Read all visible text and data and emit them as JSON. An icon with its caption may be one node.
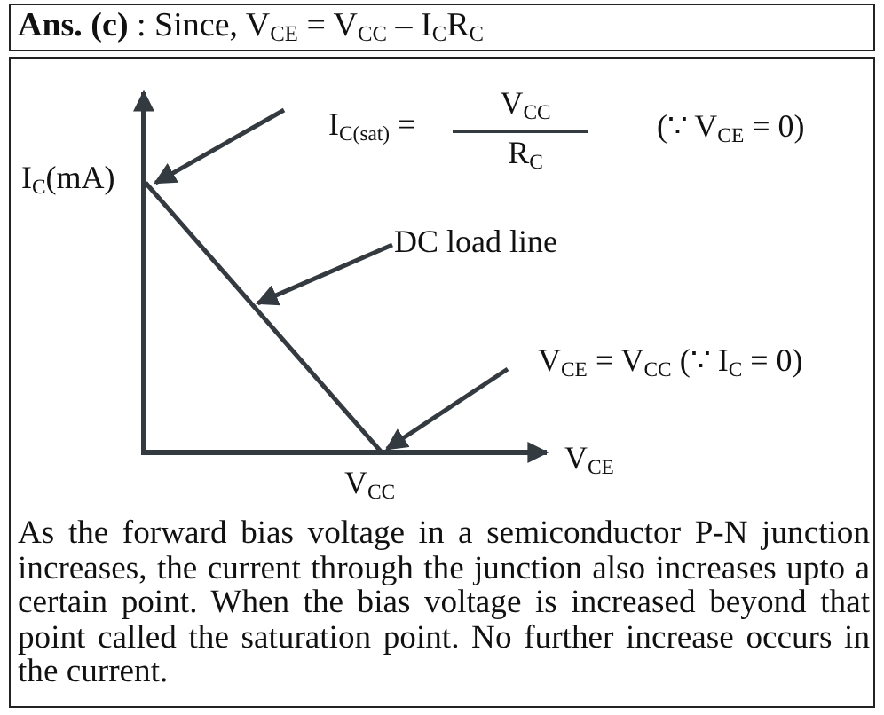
{
  "diagram": {
    "title": "**Ans. (c)** : Since, V$_{CE}$ = V$_{CC}$ – I$_{C}$R$_{C}$",
    "nodes": [
      {
        "text": [
          "I$_{C(sat)}$ =",
          "V$_{CC}$",
          "R$_{C}$",
          "(∵ V$_{CE}$ = 0)"
        ]
      },
      {
        "text": [],
        "shape": "line"
      },
      {
        "text": [
          "DC load line"
        ]
      },
      {
        "text": [
          "V$_{CE}$ = V$_{CC}$ (∵  I$_{C}$ = 0)"
        ]
      }
    ],
    "edges": [
      {
        "from": 0,
        "to": 1,
        "arrow": "to"
      },
      {
        "from": 2,
        "to": 1,
        "arrow": "to"
      },
      {
        "from": 3,
        "to": 1,
        "arrow": "to"
      }
    ],
    "labels": [
      "I$_{C}$(mA)",
      "V$_{CE}$",
      "V$_{CC}$",
      "As the forward bias voltage in a semiconductor P-N junction increases, the current through the junction also increases upto a certain point. When the bias voltage is increased beyond that point called the saturation point. No further increase occurs in the current."
    ]
  }
}
